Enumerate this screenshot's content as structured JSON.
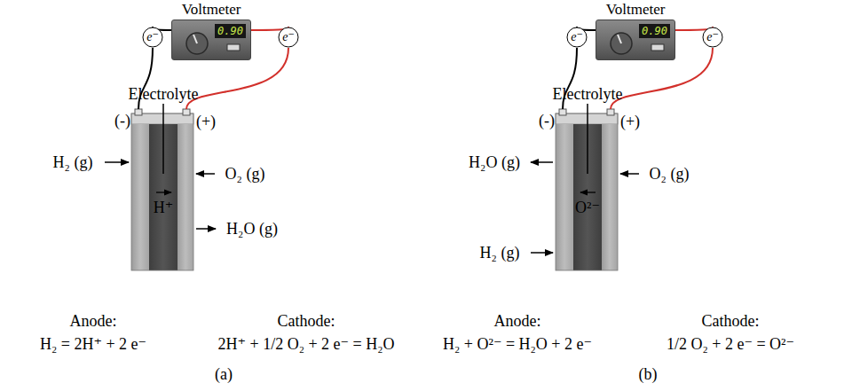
{
  "diagram": {
    "nodes": [
      {
        "text": [
          "Voltmeter",
          "0.90"
        ]
      },
      {
        "text": [
          "e⁻"
        ]
      },
      {
        "text": [
          "e⁻"
        ]
      },
      {
        "text": [
          "Voltmeter",
          "0.90"
        ]
      },
      {
        "text": [
          "e⁻"
        ]
      },
      {
        "text": [
          "e⁻"
        ]
      }
    ],
    "edges": [
      {
        "from": 1,
        "to": 0,
        "arrow": "none"
      },
      {
        "from": 2,
        "to": 0,
        "arrow": "none"
      },
      {
        "from": 4,
        "to": 3,
        "arrow": "none"
      },
      {
        "from": 5,
        "to": 3,
        "arrow": "none"
      }
    ],
    "labels": [
      "Electrolyte",
      "(-)",
      "(+)",
      "H₂ (g)",
      "O₂ (g)",
      "H⁺",
      "H₂O (g)",
      "Anode:",
      "H₂ = 2H⁺ + 2 e⁻",
      "Cathode:",
      "2H⁺ + 1/2 O₂ + 2 e⁻ = H₂O",
      "(a)",
      "Electrolyte",
      "(-)",
      "(+)",
      "H₂O (g)",
      "O₂ (g)",
      "O²⁻",
      "H₂ (g)",
      "Anode:",
      "H₂ + O²⁻ = H₂O + 2 e⁻",
      "Cathode:",
      "1/2 O₂ + 2 e⁻ = O²⁻",
      "(b)"
    ]
  }
}
